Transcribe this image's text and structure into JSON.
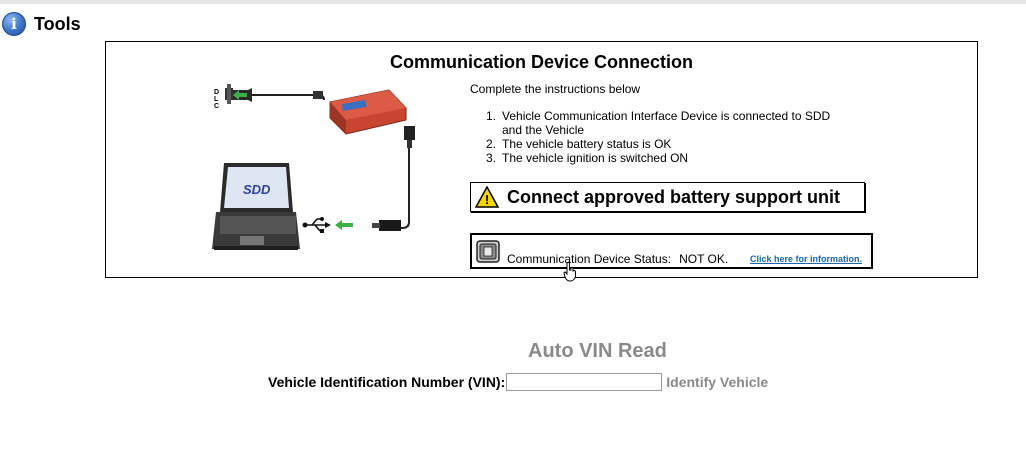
{
  "header": {
    "icon": "info-icon",
    "info_glyph": "i",
    "title": "Tools"
  },
  "panel": {
    "title": "Communication Device Connection",
    "diagram": {
      "dlc_label": "DLC",
      "laptop_screen_label": "SDD",
      "usb_symbol": "⭠",
      "device": "vehicle-communication-interface"
    },
    "intro": "Complete the instructions below",
    "steps": [
      {
        "num": "1.",
        "text": "Vehicle Communication Interface Device is connected to SDD",
        "text_line2": "and the Vehicle"
      },
      {
        "num": "2.",
        "text": "The vehicle battery status is OK",
        "text_line2": ""
      },
      {
        "num": "3.",
        "text": "The vehicle ignition is switched ON",
        "text_line2": ""
      }
    ],
    "warning": {
      "icon": "warning-triangle-icon",
      "glyph": "!",
      "text": "Connect approved battery support unit"
    },
    "status": {
      "icon": "communication-device-icon",
      "label": "Communication Device Status:",
      "value": "NOT OK.",
      "link": "Click here for information."
    }
  },
  "vin": {
    "title": "Auto VIN Read",
    "label": "Vehicle Identification Number (VIN):",
    "value": "",
    "placeholder": "",
    "button": "Identify Vehicle"
  },
  "colors": {
    "accent_link": "#1a66b3",
    "disabled_text": "#8a8a8a",
    "vci_red": "#c8452f",
    "warning_yellow": "#f5d400"
  }
}
